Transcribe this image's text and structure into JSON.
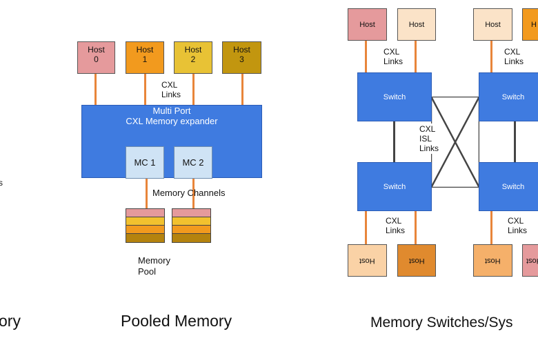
{
  "left_partial": {
    "side_text": "s",
    "caption": "ory"
  },
  "pooled": {
    "hosts": [
      {
        "label": "Host\n0",
        "color": "#e59a9c"
      },
      {
        "label": "Host\n1",
        "color": "#f29a1e"
      },
      {
        "label": "Host\n2",
        "color": "#e8c235"
      },
      {
        "label": "Host\n3",
        "color": "#c2960f"
      }
    ],
    "cxl_links_label": "CXL\nLinks",
    "expander_label": "Multi Port\nCXL Memory expander",
    "mc": [
      "MC 1",
      "MC 2"
    ],
    "memory_channels_label": "Memory  Channels",
    "memory_pool_label": "Memory\nPool",
    "stack_colors": [
      "#e59a9c",
      "#f2c12e",
      "#f29a1e",
      "#b5830e"
    ],
    "caption": "Pooled Memory"
  },
  "switches": {
    "top_hosts": [
      {
        "label": "Host",
        "color": "#e59a9c"
      },
      {
        "label": "Host",
        "color": "#fbe3c8"
      },
      {
        "label": "Host",
        "color": "#fbe3c8"
      },
      {
        "label": "H",
        "color": "#f29a1e"
      }
    ],
    "bottom_hosts": [
      {
        "label": "Host",
        "color": "#fad2a6"
      },
      {
        "label": "Host",
        "color": "#e08a2e"
      },
      {
        "label": "Host",
        "color": "#f5b06a"
      },
      {
        "label": "Host",
        "color": "#e59a9c"
      }
    ],
    "switch_label": "Switch",
    "cxl_links_label": "CXL\nLinks",
    "isl_label": "CXL\nISL\nLinks",
    "caption": "Memory Switches/Sys"
  }
}
